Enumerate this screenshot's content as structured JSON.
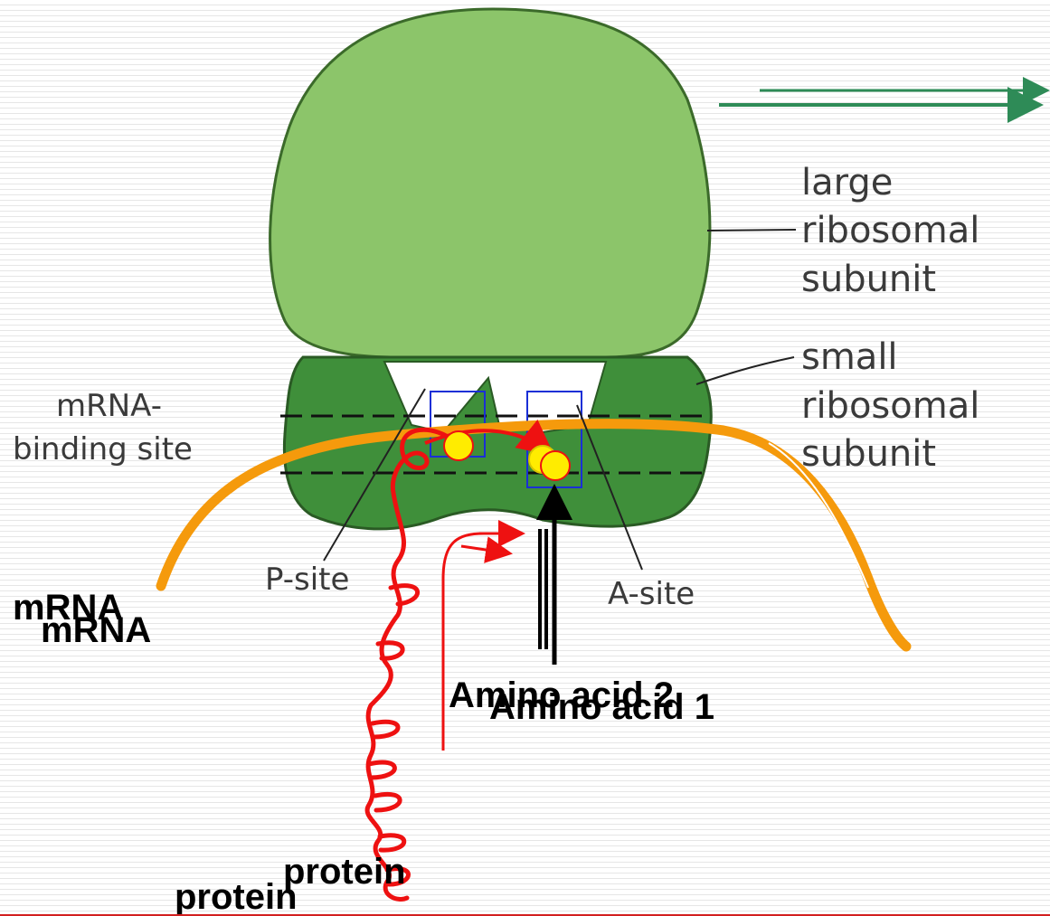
{
  "labels": {
    "large_subunit": [
      "large",
      "ribosomal",
      "subunit"
    ],
    "small_subunit": [
      "small",
      "ribosomal",
      "subunit"
    ],
    "mrna_binding_site": [
      "mRNA-",
      "binding site"
    ],
    "p_site": "P-site",
    "a_site": "A-site"
  },
  "overlays": {
    "mrna_1": "mRNA",
    "mrna_2": "mRNA",
    "amino_acid_2": "Amino acid 2",
    "amino_acid_1": "Amino acid 1",
    "protein_1": "protein",
    "protein_2": "protein"
  },
  "colors": {
    "large_subunit": "#8cc56a",
    "small_subunit": "#3f8f3a",
    "mrna_strand": "#f59a0c",
    "protein_chain": "#ee1111",
    "amino_acid": "#ffec00",
    "site_box": "#1a2fd6",
    "arrow_green": "#2e8b57"
  }
}
